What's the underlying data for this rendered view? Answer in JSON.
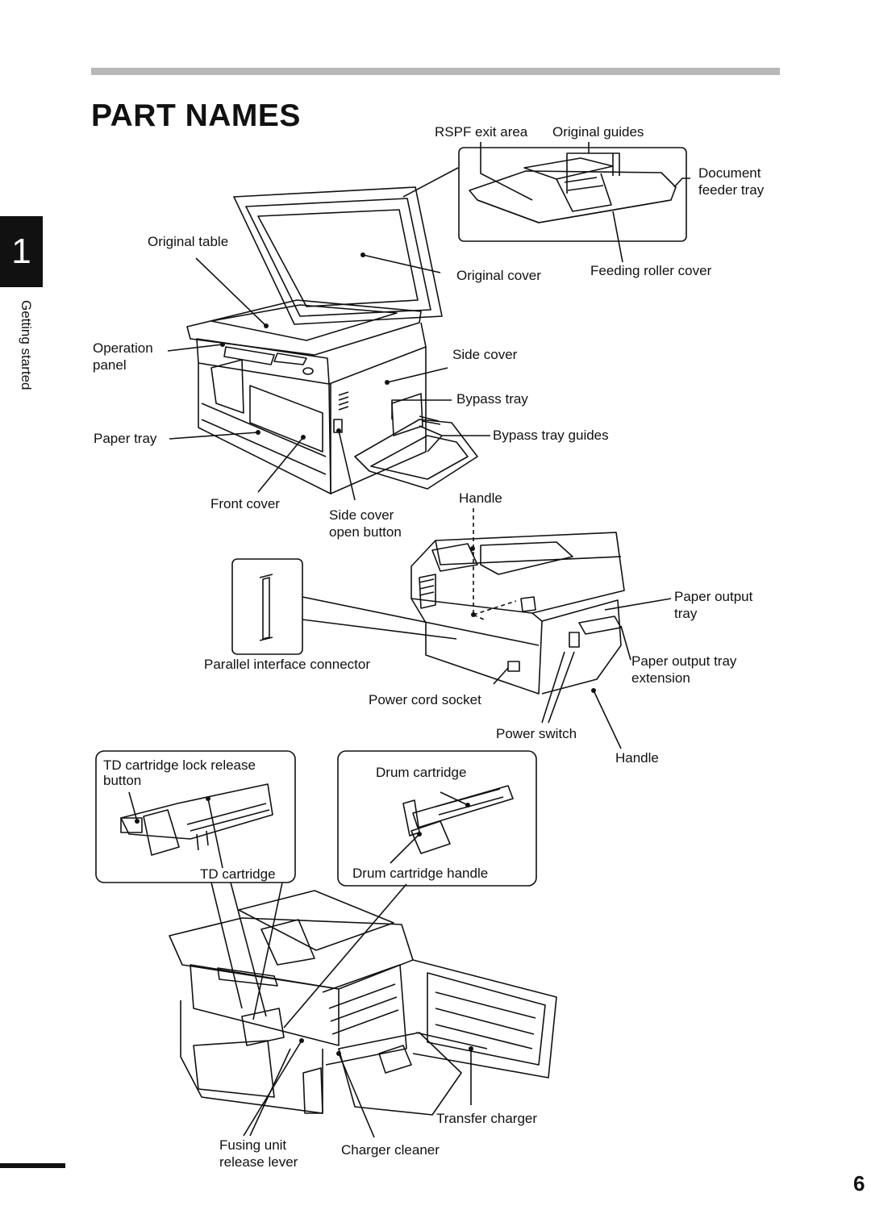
{
  "page": {
    "title": "PART NAMES",
    "page_number": "6"
  },
  "chapter": {
    "number": "1",
    "label": "Getting started"
  },
  "labels": {
    "rspf_exit_area": "RSPF exit area",
    "original_guides": "Original guides",
    "document_feeder_tray": "Document feeder tray",
    "original_table": "Original table",
    "original_cover": "Original cover",
    "feeding_roller_cover": "Feeding roller cover",
    "operation_panel": "Operation panel",
    "side_cover": "Side cover",
    "bypass_tray": "Bypass tray",
    "paper_tray": "Paper tray",
    "bypass_tray_guides": "Bypass tray guides",
    "front_cover": "Front cover",
    "side_cover_open_button": "Side cover open button",
    "handle_top": "Handle",
    "paper_output_tray": "Paper output tray",
    "parallel_interface_connector": "Parallel interface connector",
    "paper_output_tray_extension": "Paper output tray extension",
    "power_cord_socket": "Power cord socket",
    "power_switch": "Power switch",
    "handle_bottom": "Handle",
    "td_cartridge_lock_release_button": "TD cartridge lock release button",
    "drum_cartridge": "Drum cartridge",
    "td_cartridge": "TD cartridge",
    "drum_cartridge_handle": "Drum cartridge handle",
    "transfer_charger": "Transfer charger",
    "fusing_unit_release_lever": "Fusing unit release lever",
    "charger_cleaner": "Charger cleaner"
  }
}
